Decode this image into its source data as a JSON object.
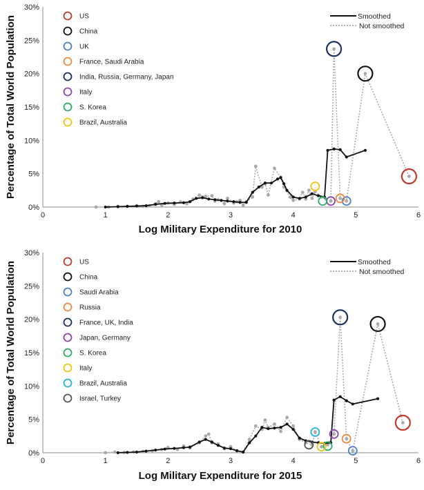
{
  "chart_data": [
    {
      "type": "line",
      "xlabel": "Log Military Expenditure for 2010",
      "ylabel": "Percentage of Total World Population",
      "xlim": [
        0,
        6
      ],
      "ylim": [
        0,
        30
      ],
      "x_ticks": [
        "0",
        "1",
        "2",
        "3",
        "4",
        "5",
        "6"
      ],
      "y_ticks": [
        "0%",
        "5%",
        "10%",
        "15%",
        "20%",
        "25%",
        "30%"
      ],
      "grid": false,
      "line_styles": {
        "smoothed": "Smoothed",
        "not_smoothed": "Not smoothed"
      },
      "series": [
        {
          "points": [
            [
              0.85,
              0.0
            ],
            [
              1.05,
              0.0
            ],
            [
              1.2,
              0.1
            ],
            [
              1.35,
              0.1
            ],
            [
              1.5,
              0.2
            ],
            [
              1.6,
              0.1
            ],
            [
              1.7,
              0.2
            ],
            [
              1.8,
              0.5
            ],
            [
              1.85,
              0.8
            ],
            [
              1.9,
              0.3
            ],
            [
              2.0,
              0.6
            ],
            [
              2.1,
              0.4
            ],
            [
              2.2,
              0.8
            ],
            [
              2.3,
              0.5
            ],
            [
              2.4,
              1.2
            ],
            [
              2.5,
              1.8
            ],
            [
              2.55,
              1.5
            ],
            [
              2.6,
              1.6
            ],
            [
              2.7,
              1.7
            ],
            [
              2.75,
              0.9
            ],
            [
              2.8,
              1.1
            ],
            [
              2.9,
              0.5
            ],
            [
              2.95,
              1.3
            ],
            [
              3.05,
              0.6
            ],
            [
              3.1,
              0.8
            ],
            [
              3.15,
              1.0
            ],
            [
              3.2,
              0.3
            ],
            [
              3.25,
              0.8
            ],
            [
              3.35,
              1.5
            ],
            [
              3.4,
              6.1
            ],
            [
              3.5,
              3.0
            ],
            [
              3.55,
              3.5
            ],
            [
              3.6,
              1.8
            ],
            [
              3.7,
              5.8
            ],
            [
              3.8,
              4.5
            ],
            [
              3.85,
              3.0
            ],
            [
              3.95,
              1.5
            ],
            [
              4.0,
              1.0
            ],
            [
              4.1,
              1.2
            ],
            [
              4.15,
              2.2
            ],
            [
              4.2,
              1.2
            ],
            [
              4.25,
              2.5
            ],
            [
              4.3,
              1.3
            ],
            [
              4.35,
              2.3
            ],
            [
              4.45,
              1.5
            ],
            [
              4.52,
              1.2
            ],
            [
              4.6,
              0.9
            ],
            [
              4.65,
              23.7
            ],
            [
              4.75,
              1.3
            ],
            [
              4.85,
              0.9
            ],
            [
              5.15,
              20.0
            ],
            [
              5.85,
              4.6
            ]
          ]
        },
        {
          "points": [
            [
              1.0,
              0.0
            ],
            [
              1.2,
              0.05
            ],
            [
              1.35,
              0.1
            ],
            [
              1.5,
              0.15
            ],
            [
              1.65,
              0.2
            ],
            [
              1.8,
              0.4
            ],
            [
              1.95,
              0.55
            ],
            [
              2.1,
              0.6
            ],
            [
              2.25,
              0.65
            ],
            [
              2.35,
              0.8
            ],
            [
              2.45,
              1.3
            ],
            [
              2.55,
              1.4
            ],
            [
              2.65,
              1.2
            ],
            [
              2.75,
              1.1
            ],
            [
              2.85,
              1.0
            ],
            [
              2.95,
              0.9
            ],
            [
              3.05,
              0.8
            ],
            [
              3.15,
              0.7
            ],
            [
              3.25,
              0.7
            ],
            [
              3.35,
              2.2
            ],
            [
              3.45,
              3.0
            ],
            [
              3.55,
              3.6
            ],
            [
              3.65,
              3.6
            ],
            [
              3.75,
              4.2
            ],
            [
              3.8,
              4.4
            ],
            [
              3.85,
              3.5
            ],
            [
              3.9,
              2.5
            ],
            [
              4.0,
              1.5
            ],
            [
              4.1,
              1.3
            ],
            [
              4.2,
              1.5
            ],
            [
              4.3,
              2.0
            ],
            [
              4.4,
              1.7
            ],
            [
              4.5,
              1.5
            ],
            [
              4.55,
              8.5
            ],
            [
              4.65,
              8.7
            ],
            [
              4.75,
              8.6
            ],
            [
              4.85,
              7.5
            ],
            [
              5.15,
              8.5
            ]
          ]
        }
      ],
      "highlights": [
        {
          "label": "US",
          "color": "#c0392b",
          "x": 5.85,
          "y": 4.6,
          "size": "large"
        },
        {
          "label": "China",
          "color": "#111111",
          "x": 5.15,
          "y": 20.0,
          "size": "large"
        },
        {
          "label": "UK",
          "color": "#4a7fcf",
          "x": 4.85,
          "y": 0.9,
          "size": "small"
        },
        {
          "label": "France, Saudi Arabia",
          "color": "#f08a3c",
          "x": 4.75,
          "y": 1.3,
          "size": "small"
        },
        {
          "label": "India, Russia, Germany, Japan",
          "color": "#1a2f5e",
          "x": 4.65,
          "y": 23.7,
          "size": "large"
        },
        {
          "label": "Italy",
          "color": "#8e44ad",
          "x": 4.6,
          "y": 0.9,
          "size": "small"
        },
        {
          "label": "S. Korea",
          "color": "#27ae60",
          "x": 4.47,
          "y": 0.9,
          "size": "small"
        },
        {
          "label": "Brazil, Australia",
          "color": "#f1c40f",
          "x": 4.35,
          "y": 3.1,
          "size": "small"
        }
      ]
    },
    {
      "type": "line",
      "xlabel": "Log Military Expenditure for 2015",
      "ylabel": "Percentage of Total World Population",
      "xlim": [
        0,
        6
      ],
      "ylim": [
        0,
        30
      ],
      "x_ticks": [
        "0",
        "1",
        "2",
        "3",
        "4",
        "5",
        "6"
      ],
      "y_ticks": [
        "0%",
        "5%",
        "10%",
        "15%",
        "20%",
        "25%",
        "30%"
      ],
      "grid": false,
      "line_styles": {
        "smoothed": "Smoothed",
        "not_smoothed": "Not smoothed"
      },
      "series": [
        {
          "points": [
            [
              1.0,
              0.0
            ],
            [
              1.15,
              0.1
            ],
            [
              1.3,
              0.05
            ],
            [
              1.45,
              0.1
            ],
            [
              1.6,
              0.2
            ],
            [
              1.75,
              0.3
            ],
            [
              1.9,
              0.5
            ],
            [
              2.0,
              0.8
            ],
            [
              2.15,
              0.5
            ],
            [
              2.25,
              1.0
            ],
            [
              2.35,
              0.7
            ],
            [
              2.5,
              1.5
            ],
            [
              2.6,
              2.5
            ],
            [
              2.65,
              2.8
            ],
            [
              2.7,
              1.5
            ],
            [
              2.8,
              1.3
            ],
            [
              2.9,
              0.6
            ],
            [
              3.0,
              0.9
            ],
            [
              3.1,
              0.3
            ],
            [
              3.2,
              0.1
            ],
            [
              3.3,
              2.0
            ],
            [
              3.4,
              4.0
            ],
            [
              3.5,
              3.5
            ],
            [
              3.55,
              4.9
            ],
            [
              3.6,
              3.8
            ],
            [
              3.7,
              4.3
            ],
            [
              3.8,
              3.2
            ],
            [
              3.9,
              5.3
            ],
            [
              4.0,
              4.0
            ],
            [
              4.1,
              2.0
            ],
            [
              4.2,
              1.5
            ],
            [
              4.3,
              1.2
            ],
            [
              4.35,
              3.1
            ],
            [
              4.45,
              0.9
            ],
            [
              4.55,
              1.2
            ],
            [
              4.65,
              2.8
            ],
            [
              4.75,
              20.3
            ],
            [
              4.85,
              2.1
            ],
            [
              4.95,
              0.3
            ],
            [
              5.35,
              19.3
            ],
            [
              5.75,
              4.5
            ]
          ]
        },
        {
          "points": [
            [
              1.2,
              0.0
            ],
            [
              1.35,
              0.05
            ],
            [
              1.5,
              0.1
            ],
            [
              1.65,
              0.25
            ],
            [
              1.8,
              0.4
            ],
            [
              1.95,
              0.55
            ],
            [
              2.1,
              0.65
            ],
            [
              2.25,
              0.75
            ],
            [
              2.35,
              0.85
            ],
            [
              2.5,
              1.6
            ],
            [
              2.6,
              2.0
            ],
            [
              2.7,
              1.6
            ],
            [
              2.8,
              1.1
            ],
            [
              2.9,
              0.7
            ],
            [
              3.0,
              0.6
            ],
            [
              3.1,
              0.3
            ],
            [
              3.2,
              0.1
            ],
            [
              3.3,
              1.5
            ],
            [
              3.4,
              2.5
            ],
            [
              3.5,
              3.8
            ],
            [
              3.6,
              3.6
            ],
            [
              3.7,
              3.7
            ],
            [
              3.8,
              3.8
            ],
            [
              3.9,
              4.3
            ],
            [
              4.0,
              3.5
            ],
            [
              4.1,
              2.2
            ],
            [
              4.2,
              1.8
            ],
            [
              4.3,
              1.6
            ],
            [
              4.4,
              1.5
            ],
            [
              4.5,
              1.4
            ],
            [
              4.6,
              1.5
            ],
            [
              4.65,
              7.9
            ],
            [
              4.75,
              8.4
            ],
            [
              4.85,
              7.8
            ],
            [
              4.95,
              7.3
            ],
            [
              5.35,
              8.1
            ]
          ]
        }
      ],
      "highlights": [
        {
          "label": "US",
          "color": "#c0392b",
          "x": 5.75,
          "y": 4.5,
          "size": "large"
        },
        {
          "label": "China",
          "color": "#111111",
          "x": 5.35,
          "y": 19.3,
          "size": "large"
        },
        {
          "label": "Saudi Arabia",
          "color": "#4a7fcf",
          "x": 4.95,
          "y": 0.3,
          "size": "small"
        },
        {
          "label": "Russia",
          "color": "#f08a3c",
          "x": 4.85,
          "y": 2.1,
          "size": "small"
        },
        {
          "label": "France, UK, India",
          "color": "#1a2f5e",
          "x": 4.75,
          "y": 20.3,
          "size": "large"
        },
        {
          "label": "Japan, Germany",
          "color": "#8e44ad",
          "x": 4.65,
          "y": 2.8,
          "size": "small"
        },
        {
          "label": "S. Korea",
          "color": "#27ae60",
          "x": 4.55,
          "y": 1.0,
          "size": "small"
        },
        {
          "label": "Italy",
          "color": "#f1c40f",
          "x": 4.45,
          "y": 0.9,
          "size": "small"
        },
        {
          "label": "Brazil, Australia",
          "color": "#1fb5e0",
          "x": 4.35,
          "y": 3.1,
          "size": "small"
        },
        {
          "label": "Israel, Turkey",
          "color": "#555555",
          "x": 4.25,
          "y": 1.2,
          "size": "small"
        }
      ]
    }
  ]
}
